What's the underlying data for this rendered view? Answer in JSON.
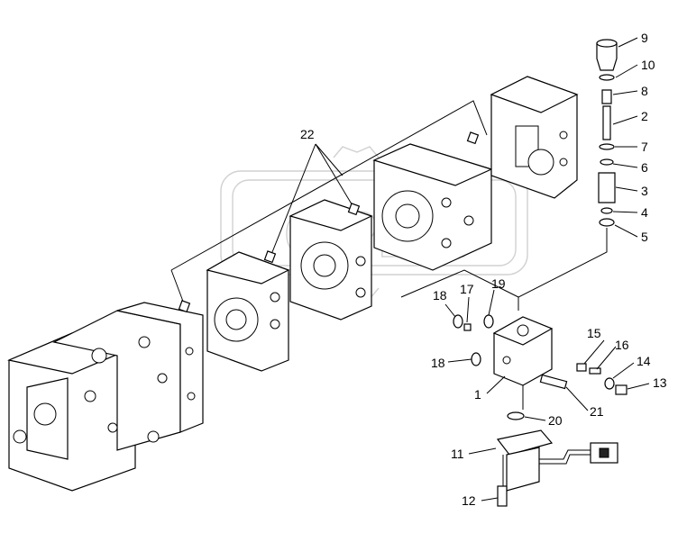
{
  "callouts": {
    "c1": "1",
    "c2": "2",
    "c3": "3",
    "c4": "4",
    "c5": "5",
    "c6": "6",
    "c7": "7",
    "c8": "8",
    "c9": "9",
    "c10": "10",
    "c11": "11",
    "c12": "12",
    "c13": "13",
    "c14": "14",
    "c15": "15",
    "c16": "16",
    "c17": "17",
    "c18a": "18",
    "c18b": "18",
    "c19": "19",
    "c20": "20",
    "c21": "21",
    "c22": "22"
  },
  "watermark": {
    "text": "OPEX"
  }
}
